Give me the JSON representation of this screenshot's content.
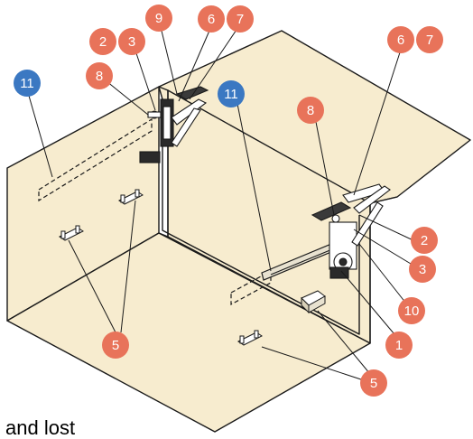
{
  "colors": {
    "panel": "#f7eccf",
    "stroke": "#1a1a1a",
    "callout_orange": "#e8735a",
    "callout_blue": "#3b78c2",
    "callout_text": "#ffffff"
  },
  "icons": [
    "gas-strut-lift-mechanism",
    "mounting-bracket",
    "hinge-plate",
    "stop-block"
  ],
  "callouts": [
    {
      "id": "c1",
      "label": "1",
      "color": "orange"
    },
    {
      "id": "c2a",
      "label": "2",
      "color": "orange"
    },
    {
      "id": "c2b",
      "label": "2",
      "color": "orange"
    },
    {
      "id": "c3a",
      "label": "3",
      "color": "orange"
    },
    {
      "id": "c3b",
      "label": "3",
      "color": "orange"
    },
    {
      "id": "c5a",
      "label": "5",
      "color": "orange"
    },
    {
      "id": "c5b",
      "label": "5",
      "color": "orange"
    },
    {
      "id": "c6a",
      "label": "6",
      "color": "orange"
    },
    {
      "id": "c6b",
      "label": "6",
      "color": "orange"
    },
    {
      "id": "c7a",
      "label": "7",
      "color": "orange"
    },
    {
      "id": "c7b",
      "label": "7",
      "color": "orange"
    },
    {
      "id": "c8a",
      "label": "8",
      "color": "orange"
    },
    {
      "id": "c8b",
      "label": "8",
      "color": "orange"
    },
    {
      "id": "c9",
      "label": "9",
      "color": "orange"
    },
    {
      "id": "c10",
      "label": "10",
      "color": "orange"
    },
    {
      "id": "c11a",
      "label": "11",
      "color": "blue"
    },
    {
      "id": "c11b",
      "label": "11",
      "color": "blue"
    }
  ],
  "caption_fragment": "and lost"
}
